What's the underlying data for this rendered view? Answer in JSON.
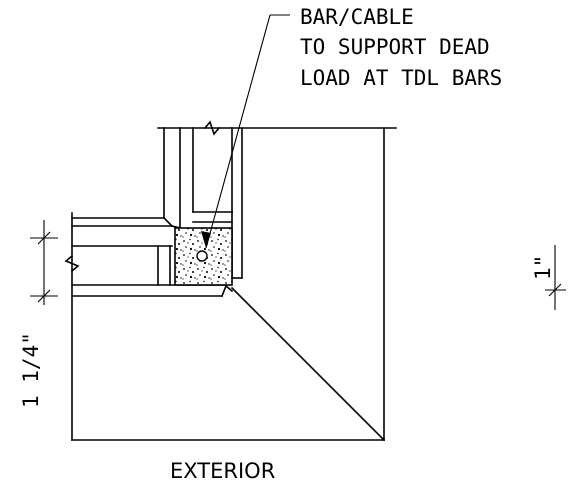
{
  "callout": {
    "line1": "BAR/CABLE",
    "line2": "TO SUPPORT DEAD",
    "line3": "LOAD AT TDL BARS"
  },
  "dimensions": {
    "left": "1 1/4\"",
    "right": "1\""
  },
  "labels": {
    "exterior": "EXTERIOR"
  }
}
